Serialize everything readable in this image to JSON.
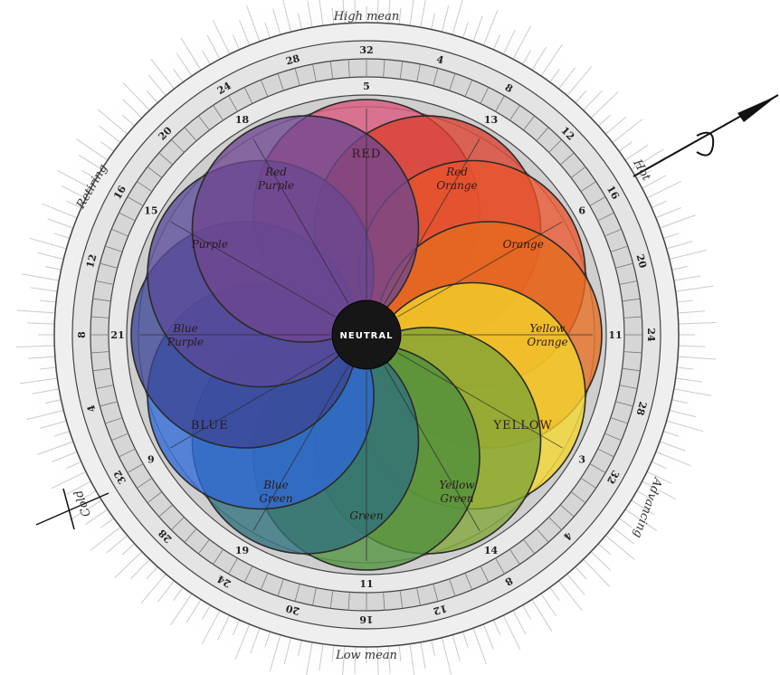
{
  "labels": {
    "top": "High mean",
    "bottom": "Low mean",
    "left_upper": "Retiring",
    "left_lower": "Cold",
    "right_upper": "Hot",
    "right_lower": "Advancing",
    "center": "NEUTRAL"
  },
  "hues": [
    {
      "id": "red",
      "label": "RED",
      "style": "caps",
      "color": "#d9557a"
    },
    {
      "id": "red-orange",
      "label": "Red\nOrange",
      "style": "italic",
      "color": "#d9402e"
    },
    {
      "id": "orange",
      "label": "Orange",
      "style": "italic",
      "color": "#e8552c"
    },
    {
      "id": "yellow-orange",
      "label": "Yellow\nOrange",
      "style": "italic",
      "color": "#e66b1f"
    },
    {
      "id": "yellow",
      "label": "YELLOW",
      "style": "caps",
      "color": "#f2d52a"
    },
    {
      "id": "yellow-green",
      "label": "Yellow\nGreen",
      "style": "italic",
      "color": "#7ea334"
    },
    {
      "id": "green",
      "label": "Green",
      "style": "italic",
      "color": "#4f8f3c"
    },
    {
      "id": "blue-green",
      "label": "Blue\nGreen",
      "style": "italic",
      "color": "#2f6f7c"
    },
    {
      "id": "blue",
      "label": "BLUE",
      "style": "caps",
      "color": "#2f68d6"
    },
    {
      "id": "blue-purple",
      "label": "Blue\nPurple",
      "style": "italic",
      "color": "#3c4595"
    },
    {
      "id": "purple",
      "label": "Purple",
      "style": "italic",
      "color": "#5a4a98"
    },
    {
      "id": "red-purple",
      "label": "Red\nPurple",
      "style": "italic",
      "color": "#6e4690"
    }
  ],
  "inner_numbers": [
    "5",
    "13",
    "6",
    "11",
    "3",
    "14",
    "11",
    "19",
    "9",
    "21",
    "15",
    "18"
  ],
  "outer_numbers": [
    "32",
    "4",
    "8",
    "12",
    "16",
    "20",
    "24",
    "28",
    "32",
    "4",
    "8",
    "12",
    "16",
    "20",
    "24",
    "28",
    "32",
    "4",
    "8",
    "12",
    "16",
    "20",
    "24",
    "28"
  ],
  "colors": {
    "ring_gray": "#c8c8c8",
    "ring_light": "#e6e6e6",
    "neutral": "#161616",
    "outline": "#2a2a2a"
  }
}
